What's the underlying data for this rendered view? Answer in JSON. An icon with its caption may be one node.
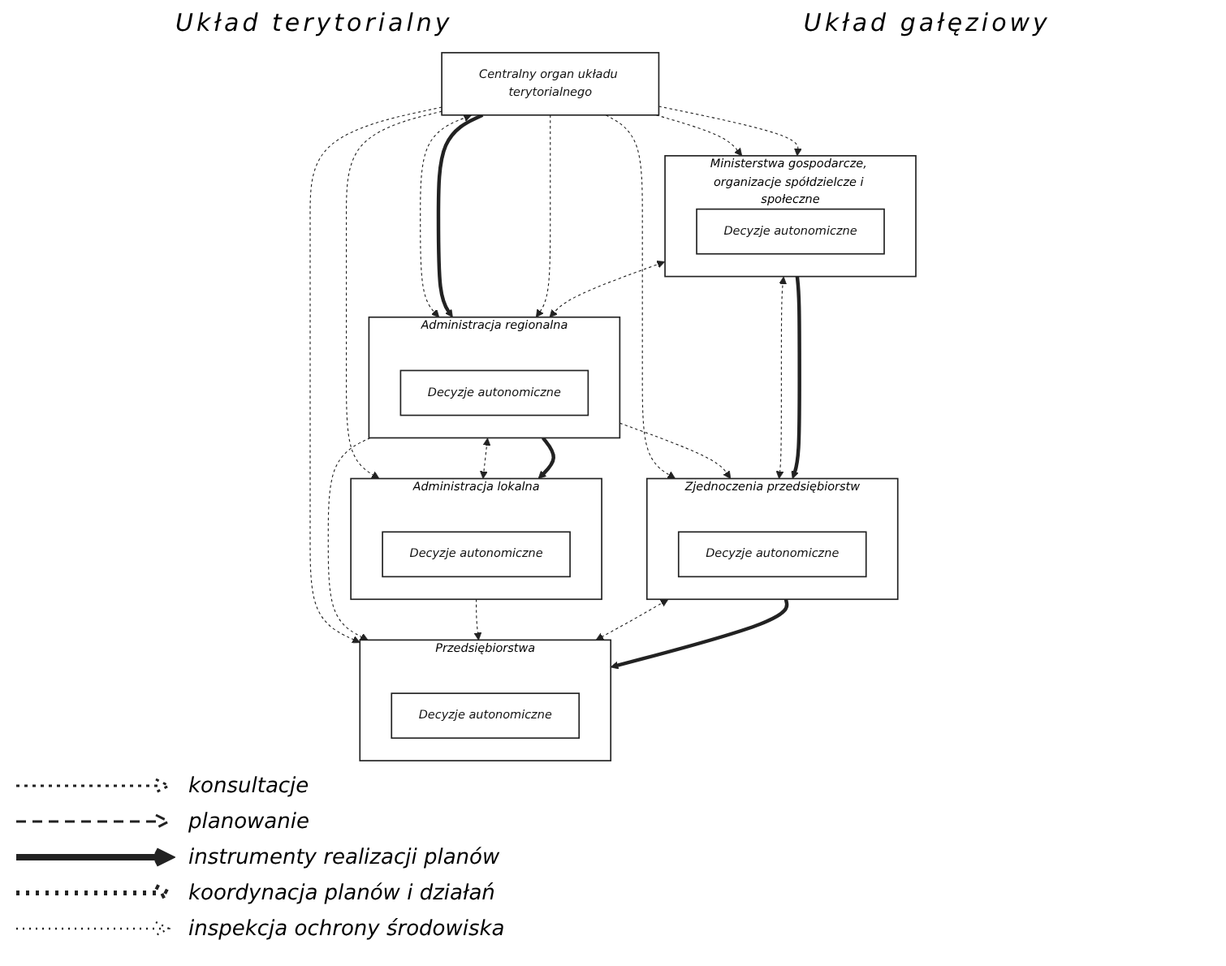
{
  "diagram": {
    "nodes": [
      {
        "text": [
          "Centralny organ układu terytorialnego"
        ]
      },
      {
        "text": [
          "Ministerstwa gospodarcze, organizacje spółdzielcze i społeczne"
        ]
      },
      {
        "text": [
          "Decyzje autonomiczne"
        ],
        "in": 1
      },
      {
        "text": [
          "Administracja regionalna"
        ]
      },
      {
        "text": [
          "Decyzje autonomiczne"
        ],
        "in": 3
      },
      {
        "text": [
          "Zjednoczenia przedsiębiorstw"
        ]
      },
      {
        "text": [
          "Decyzje autonomiczne"
        ],
        "in": 5
      },
      {
        "text": [
          "Administracja lokalna"
        ]
      },
      {
        "text": [
          "Decyzje autonomiczne"
        ],
        "in": 7
      },
      {
        "text": [
          "Przedsiębiorstwa"
        ]
      },
      {
        "text": [
          "Decyzje autonomiczne"
        ],
        "in": 9
      }
    ],
    "edges": [
      {
        "from": 0,
        "to": 3,
        "arrow": "both",
        "style": "dashed"
      },
      {
        "from": 0,
        "to": 3,
        "arrow": "to",
        "style": "thick"
      },
      {
        "from": 0,
        "to": 3,
        "arrow": "to",
        "style": "dashed"
      },
      {
        "from": 0,
        "to": 7,
        "arrow": "to",
        "style": "dashed"
      },
      {
        "from": 0,
        "to": 1,
        "arrow": "to",
        "style": "dashed"
      },
      {
        "from": 0,
        "to": 5,
        "arrow": "to",
        "style": "dashed"
      },
      {
        "from": 0,
        "to": 9,
        "arrow": "to",
        "style": "dashed"
      },
      {
        "from": 0,
        "to": 1,
        "arrow": "to",
        "style": "dashed"
      },
      {
        "from": 1,
        "to": 3,
        "arrow": "both",
        "style": "dashed"
      },
      {
        "from": 3,
        "to": 7,
        "arrow": "both",
        "style": "dashed"
      },
      {
        "from": 3,
        "to": 7,
        "arrow": "to",
        "style": "thick"
      },
      {
        "from": 3,
        "to": 5,
        "arrow": "to",
        "style": "dashed"
      },
      {
        "from": 3,
        "to": 9,
        "arrow": "to",
        "style": "dashed"
      },
      {
        "from": 7,
        "to": 9,
        "arrow": "to",
        "style": "dashed"
      },
      {
        "from": 1,
        "to": 5,
        "arrow": "both",
        "style": "dashed"
      },
      {
        "from": 1,
        "to": 5,
        "arrow": "to",
        "style": "thick"
      },
      {
        "from": 5,
        "to": 9,
        "arrow": "both",
        "style": "dashed"
      },
      {
        "from": 5,
        "to": 9,
        "arrow": "to",
        "style": "thick"
      }
    ],
    "labels": [
      "Układ terytorialny",
      "Układ gałęziowy"
    ],
    "legend": [
      {
        "text": "konsultacje"
      },
      {
        "text": "planowanie"
      },
      {
        "text": "instrumenty realizacji planów"
      },
      {
        "text": "koordynacja planów i działań"
      },
      {
        "text": "inspekcja ochrony środowiska"
      }
    ]
  }
}
